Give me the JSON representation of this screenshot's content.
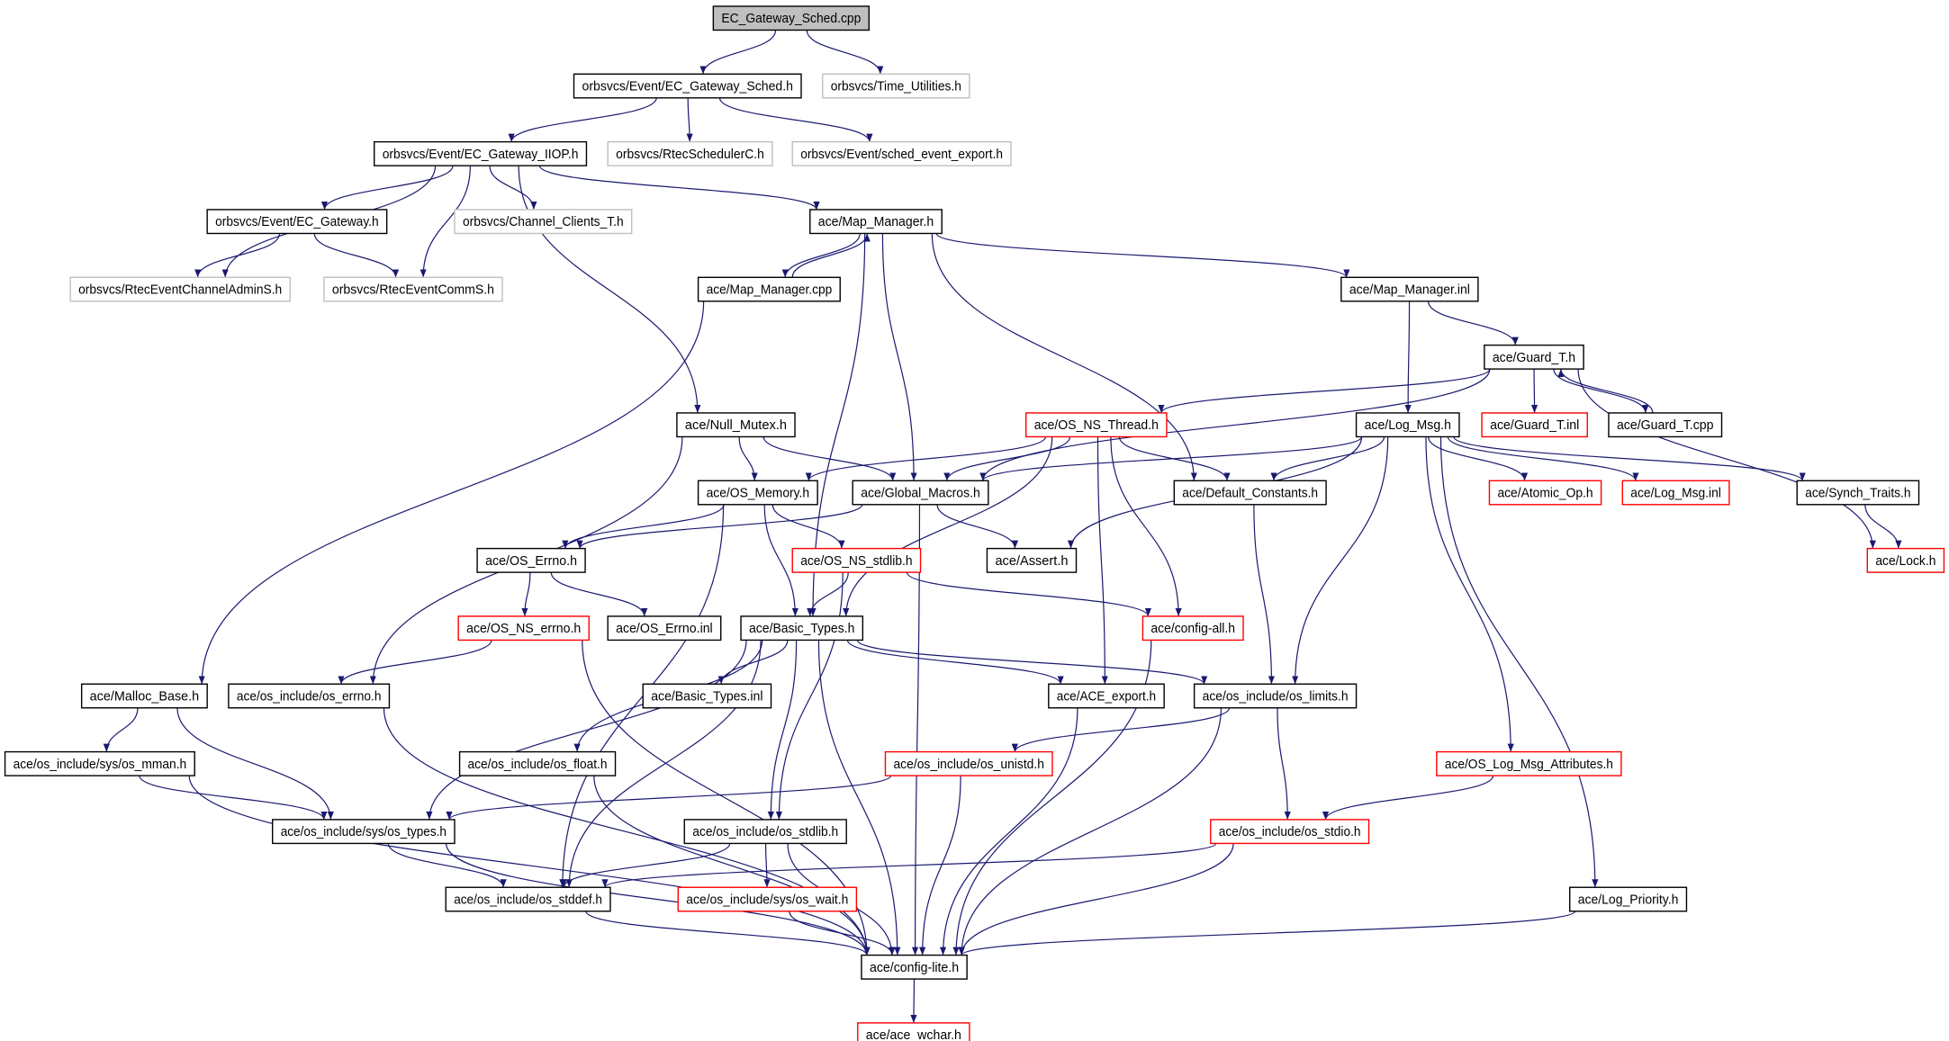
{
  "colors": {
    "edge": "#191970",
    "normal_border": "#000000",
    "external_border": "#bfbfbf",
    "incomplete_border": "#ff0000",
    "root_fill": "#bfbfbf"
  },
  "nodes": [
    {
      "label": "EC_Gateway_Sched.cpp",
      "kind": "root"
    },
    {
      "label": "orbsvcs/Event/EC_Gateway_Sched.h",
      "kind": "normal"
    },
    {
      "label": "orbsvcs/Time_Utilities.h",
      "kind": "external"
    },
    {
      "label": "orbsvcs/Event/EC_Gateway_IIOP.h",
      "kind": "normal"
    },
    {
      "label": "orbsvcs/RtecSchedulerC.h",
      "kind": "external"
    },
    {
      "label": "orbsvcs/Event/sched_event_export.h",
      "kind": "external"
    },
    {
      "label": "orbsvcs/Event/EC_Gateway.h",
      "kind": "normal"
    },
    {
      "label": "orbsvcs/Channel_Clients_T.h",
      "kind": "external"
    },
    {
      "label": "ace/Map_Manager.h",
      "kind": "normal"
    },
    {
      "label": "orbsvcs/RtecEventChannelAdminS.h",
      "kind": "external"
    },
    {
      "label": "orbsvcs/RtecEventCommS.h",
      "kind": "external"
    },
    {
      "label": "ace/Map_Manager.cpp",
      "kind": "normal"
    },
    {
      "label": "ace/Map_Manager.inl",
      "kind": "normal"
    },
    {
      "label": "ace/Guard_T.h",
      "kind": "normal"
    },
    {
      "label": "ace/Null_Mutex.h",
      "kind": "normal"
    },
    {
      "label": "ace/OS_NS_Thread.h",
      "kind": "incomplete"
    },
    {
      "label": "ace/Log_Msg.h",
      "kind": "normal"
    },
    {
      "label": "ace/Guard_T.inl",
      "kind": "incomplete"
    },
    {
      "label": "ace/Guard_T.cpp",
      "kind": "normal"
    },
    {
      "label": "ace/OS_Memory.h",
      "kind": "normal"
    },
    {
      "label": "ace/Global_Macros.h",
      "kind": "normal"
    },
    {
      "label": "ace/Default_Constants.h",
      "kind": "normal"
    },
    {
      "label": "ace/Atomic_Op.h",
      "kind": "incomplete"
    },
    {
      "label": "ace/Log_Msg.inl",
      "kind": "incomplete"
    },
    {
      "label": "ace/Synch_Traits.h",
      "kind": "normal"
    },
    {
      "label": "ace/OS_Errno.h",
      "kind": "normal"
    },
    {
      "label": "ace/OS_NS_stdlib.h",
      "kind": "incomplete"
    },
    {
      "label": "ace/Assert.h",
      "kind": "normal"
    },
    {
      "label": "ace/Lock.h",
      "kind": "incomplete"
    },
    {
      "label": "ace/OS_NS_errno.h",
      "kind": "incomplete"
    },
    {
      "label": "ace/OS_Errno.inl",
      "kind": "normal"
    },
    {
      "label": "ace/Basic_Types.h",
      "kind": "normal"
    },
    {
      "label": "ace/config-all.h",
      "kind": "incomplete"
    },
    {
      "label": "ace/Malloc_Base.h",
      "kind": "normal"
    },
    {
      "label": "ace/os_include/os_errno.h",
      "kind": "normal"
    },
    {
      "label": "ace/Basic_Types.inl",
      "kind": "normal"
    },
    {
      "label": "ace/ACE_export.h",
      "kind": "normal"
    },
    {
      "label": "ace/os_include/os_limits.h",
      "kind": "normal"
    },
    {
      "label": "ace/os_include/sys/os_mman.h",
      "kind": "normal"
    },
    {
      "label": "ace/os_include/os_float.h",
      "kind": "normal"
    },
    {
      "label": "ace/os_include/os_unistd.h",
      "kind": "incomplete"
    },
    {
      "label": "ace/OS_Log_Msg_Attributes.h",
      "kind": "incomplete"
    },
    {
      "label": "ace/os_include/sys/os_types.h",
      "kind": "normal"
    },
    {
      "label": "ace/os_include/os_stdlib.h",
      "kind": "normal"
    },
    {
      "label": "ace/os_include/os_stdio.h",
      "kind": "incomplete"
    },
    {
      "label": "ace/os_include/os_stddef.h",
      "kind": "normal"
    },
    {
      "label": "ace/os_include/sys/os_wait.h",
      "kind": "incomplete"
    },
    {
      "label": "ace/Log_Priority.h",
      "kind": "normal"
    },
    {
      "label": "ace/config-lite.h",
      "kind": "normal"
    },
    {
      "label": "ace/ace_wchar.h",
      "kind": "incomplete"
    }
  ],
  "edges": [
    [
      "EC_Gateway_Sched.cpp",
      "orbsvcs/Event/EC_Gateway_Sched.h"
    ],
    [
      "EC_Gateway_Sched.cpp",
      "orbsvcs/Time_Utilities.h"
    ],
    [
      "orbsvcs/Event/EC_Gateway_Sched.h",
      "orbsvcs/Event/EC_Gateway_IIOP.h"
    ],
    [
      "orbsvcs/Event/EC_Gateway_Sched.h",
      "orbsvcs/RtecSchedulerC.h"
    ],
    [
      "orbsvcs/Event/EC_Gateway_Sched.h",
      "orbsvcs/Event/sched_event_export.h"
    ],
    [
      "orbsvcs/Event/EC_Gateway_IIOP.h",
      "orbsvcs/Event/EC_Gateway.h"
    ],
    [
      "orbsvcs/Event/EC_Gateway_IIOP.h",
      "orbsvcs/Channel_Clients_T.h"
    ],
    [
      "orbsvcs/Event/EC_Gateway_IIOP.h",
      "ace/Map_Manager.h"
    ],
    [
      "orbsvcs/Event/EC_Gateway_IIOP.h",
      "orbsvcs/RtecEventChannelAdminS.h"
    ],
    [
      "orbsvcs/Event/EC_Gateway_IIOP.h",
      "orbsvcs/RtecEventCommS.h"
    ],
    [
      "orbsvcs/Event/EC_Gateway_IIOP.h",
      "ace/Null_Mutex.h"
    ],
    [
      "orbsvcs/Event/EC_Gateway.h",
      "orbsvcs/RtecEventChannelAdminS.h"
    ],
    [
      "orbsvcs/Event/EC_Gateway.h",
      "orbsvcs/RtecEventCommS.h"
    ],
    [
      "ace/Map_Manager.h",
      "ace/Map_Manager.cpp"
    ],
    [
      "ace/Map_Manager.h",
      "ace/Map_Manager.inl"
    ],
    [
      "ace/Map_Manager.h",
      "ace/Global_Macros.h"
    ],
    [
      "ace/Map_Manager.h",
      "ace/Default_Constants.h"
    ],
    [
      "ace/Map_Manager.h",
      "ace/Basic_Types.h"
    ],
    [
      "ace/Map_Manager.cpp",
      "ace/Map_Manager.h"
    ],
    [
      "ace/Map_Manager.cpp",
      "ace/Malloc_Base.h"
    ],
    [
      "ace/Map_Manager.inl",
      "ace/Guard_T.h"
    ],
    [
      "ace/Map_Manager.inl",
      "ace/Log_Msg.h"
    ],
    [
      "ace/Guard_T.h",
      "ace/Global_Macros.h"
    ],
    [
      "ace/Guard_T.h",
      "ace/OS_NS_Thread.h"
    ],
    [
      "ace/Guard_T.h",
      "ace/Guard_T.inl"
    ],
    [
      "ace/Guard_T.h",
      "ace/Guard_T.cpp"
    ],
    [
      "ace/Guard_T.h",
      "ace/Lock.h"
    ],
    [
      "ace/Guard_T.cpp",
      "ace/Guard_T.h"
    ],
    [
      "ace/Null_Mutex.h",
      "ace/OS_Memory.h"
    ],
    [
      "ace/Null_Mutex.h",
      "ace/Global_Macros.h"
    ],
    [
      "ace/Null_Mutex.h",
      "ace/os_include/os_errno.h"
    ],
    [
      "ace/OS_NS_Thread.h",
      "ace/OS_Memory.h"
    ],
    [
      "ace/OS_NS_Thread.h",
      "ace/Global_Macros.h"
    ],
    [
      "ace/OS_NS_Thread.h",
      "ace/Default_Constants.h"
    ],
    [
      "ace/OS_NS_Thread.h",
      "ace/Basic_Types.h"
    ],
    [
      "ace/OS_NS_Thread.h",
      "ace/ACE_export.h"
    ],
    [
      "ace/OS_NS_Thread.h",
      "ace/config-all.h"
    ],
    [
      "ace/Log_Msg.h",
      "ace/Global_Macros.h"
    ],
    [
      "ace/Log_Msg.h",
      "ace/Default_Constants.h"
    ],
    [
      "ace/Log_Msg.h",
      "ace/Assert.h"
    ],
    [
      "ace/Log_Msg.h",
      "ace/Atomic_Op.h"
    ],
    [
      "ace/Log_Msg.h",
      "ace/Log_Msg.inl"
    ],
    [
      "ace/Log_Msg.h",
      "ace/Synch_Traits.h"
    ],
    [
      "ace/Log_Msg.h",
      "ace/os_include/os_limits.h"
    ],
    [
      "ace/Log_Msg.h",
      "ace/OS_Log_Msg_Attributes.h"
    ],
    [
      "ace/Log_Msg.h",
      "ace/Log_Priority.h"
    ],
    [
      "ace/Synch_Traits.h",
      "ace/Lock.h"
    ],
    [
      "ace/OS_Memory.h",
      "ace/OS_Errno.h"
    ],
    [
      "ace/OS_Memory.h",
      "ace/OS_NS_stdlib.h"
    ],
    [
      "ace/OS_Memory.h",
      "ace/Basic_Types.h"
    ],
    [
      "ace/OS_Memory.h",
      "ace/os_include/os_stddef.h"
    ],
    [
      "ace/Global_Macros.h",
      "ace/OS_Errno.h"
    ],
    [
      "ace/Global_Macros.h",
      "ace/Assert.h"
    ],
    [
      "ace/Global_Macros.h",
      "ace/config-lite.h"
    ],
    [
      "ace/Default_Constants.h",
      "ace/os_include/os_limits.h"
    ],
    [
      "ace/OS_Errno.h",
      "ace/OS_NS_errno.h"
    ],
    [
      "ace/OS_Errno.h",
      "ace/OS_Errno.inl"
    ],
    [
      "ace/OS_NS_stdlib.h",
      "ace/Basic_Types.h"
    ],
    [
      "ace/OS_NS_stdlib.h",
      "ace/config-all.h"
    ],
    [
      "ace/OS_NS_stdlib.h",
      "ace/os_include/os_stdlib.h"
    ],
    [
      "ace/OS_NS_errno.h",
      "ace/os_include/os_errno.h"
    ],
    [
      "ace/OS_NS_errno.h",
      "ace/config-lite.h"
    ],
    [
      "ace/Basic_Types.h",
      "ace/Basic_Types.inl"
    ],
    [
      "ace/Basic_Types.h",
      "ace/ACE_export.h"
    ],
    [
      "ace/Basic_Types.h",
      "ace/os_include/os_limits.h"
    ],
    [
      "ace/Basic_Types.h",
      "ace/os_include/os_float.h"
    ],
    [
      "ace/Basic_Types.h",
      "ace/os_include/sys/os_types.h"
    ],
    [
      "ace/Basic_Types.h",
      "ace/os_include/os_stdlib.h"
    ],
    [
      "ace/Basic_Types.h",
      "ace/os_include/os_stddef.h"
    ],
    [
      "ace/Basic_Types.h",
      "ace/config-lite.h"
    ],
    [
      "ace/config-all.h",
      "ace/config-lite.h"
    ],
    [
      "ace/Malloc_Base.h",
      "ace/os_include/sys/os_mman.h"
    ],
    [
      "ace/Malloc_Base.h",
      "ace/os_include/sys/os_types.h"
    ],
    [
      "ace/os_include/os_errno.h",
      "ace/config-lite.h"
    ],
    [
      "ace/ACE_export.h",
      "ace/config-lite.h"
    ],
    [
      "ace/os_include/os_limits.h",
      "ace/os_include/os_unistd.h"
    ],
    [
      "ace/os_include/os_limits.h",
      "ace/os_include/os_stdio.h"
    ],
    [
      "ace/os_include/os_limits.h",
      "ace/config-lite.h"
    ],
    [
      "ace/os_include/sys/os_mman.h",
      "ace/os_include/sys/os_types.h"
    ],
    [
      "ace/os_include/sys/os_mman.h",
      "ace/config-lite.h"
    ],
    [
      "ace/os_include/os_float.h",
      "ace/config-lite.h"
    ],
    [
      "ace/os_include/os_unistd.h",
      "ace/os_include/sys/os_types.h"
    ],
    [
      "ace/os_include/os_unistd.h",
      "ace/config-lite.h"
    ],
    [
      "ace/OS_Log_Msg_Attributes.h",
      "ace/os_include/os_stdio.h"
    ],
    [
      "ace/os_include/sys/os_types.h",
      "ace/os_include/os_stddef.h"
    ],
    [
      "ace/os_include/sys/os_types.h",
      "ace/config-lite.h"
    ],
    [
      "ace/os_include/os_stdlib.h",
      "ace/os_include/os_stddef.h"
    ],
    [
      "ace/os_include/os_stdlib.h",
      "ace/os_include/sys/os_wait.h"
    ],
    [
      "ace/os_include/os_stdlib.h",
      "ace/config-lite.h"
    ],
    [
      "ace/os_include/os_stdio.h",
      "ace/os_include/os_stddef.h"
    ],
    [
      "ace/os_include/os_stdio.h",
      "ace/config-lite.h"
    ],
    [
      "ace/os_include/os_stddef.h",
      "ace/config-lite.h"
    ],
    [
      "ace/os_include/sys/os_wait.h",
      "ace/config-lite.h"
    ],
    [
      "ace/Log_Priority.h",
      "ace/config-lite.h"
    ],
    [
      "ace/config-lite.h",
      "ace/ace_wchar.h"
    ]
  ]
}
